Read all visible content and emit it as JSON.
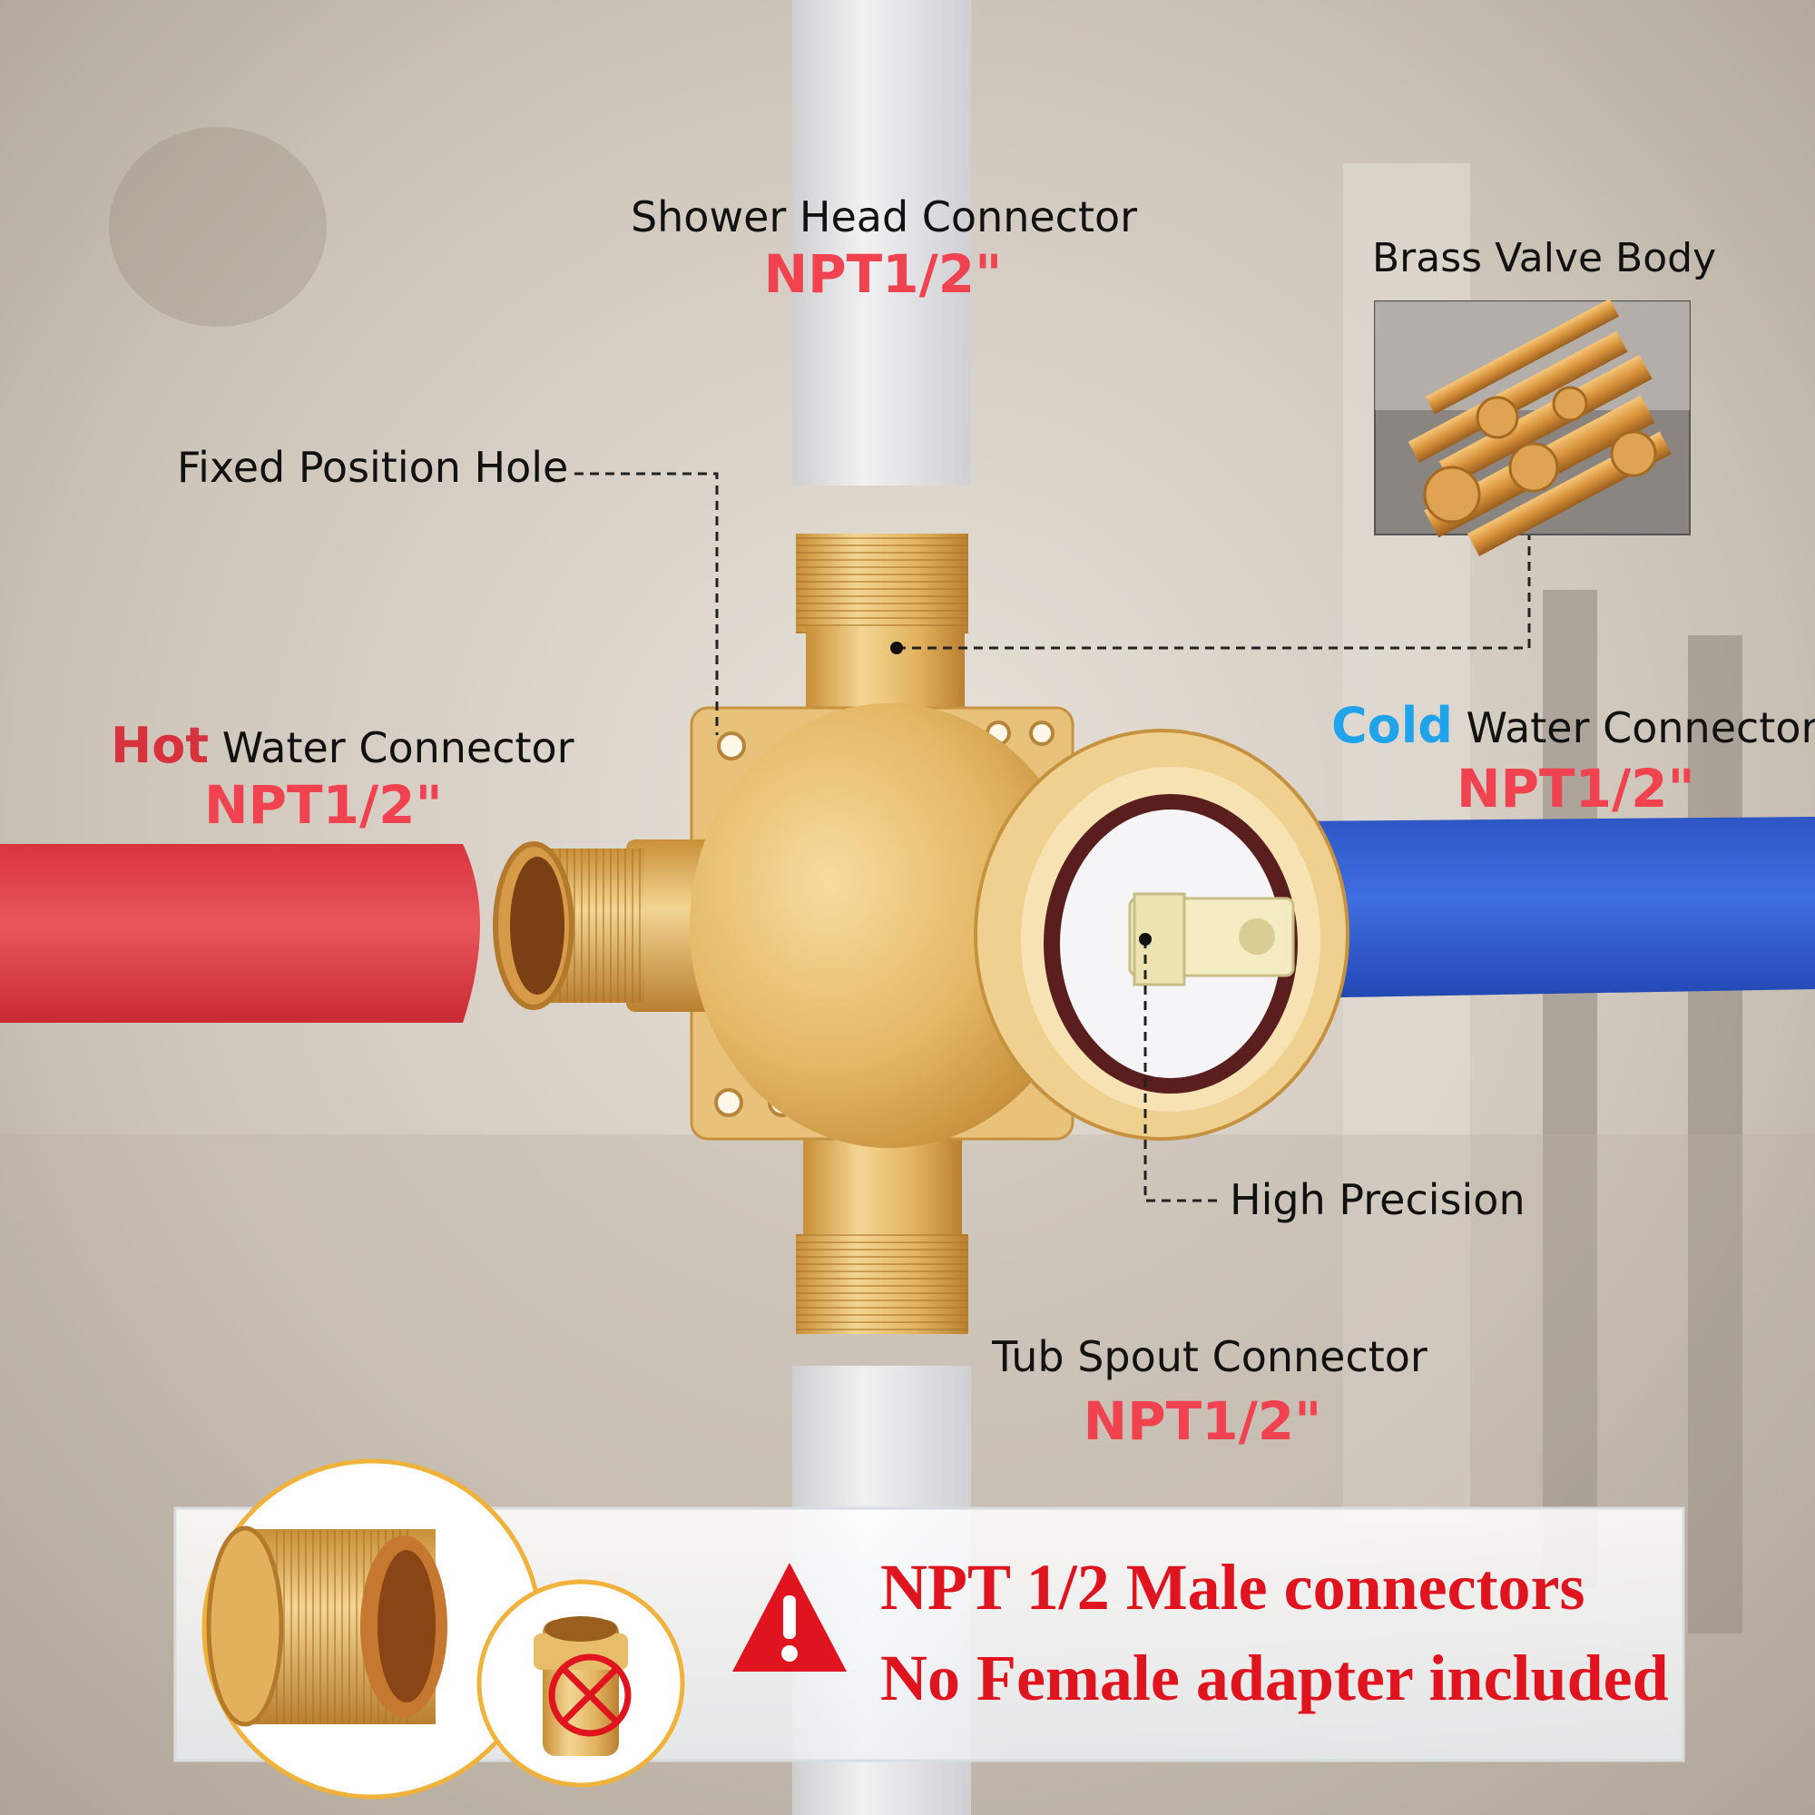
{
  "labels": {
    "shower_head": {
      "name": "Shower Head Connector",
      "spec": "NPT1/2\""
    },
    "brass_body": {
      "name": "Brass Valve Body"
    },
    "fixed_hole": {
      "name": "Fixed Position Hole"
    },
    "hot": {
      "emphasis": "Hot",
      "name": "Water Connector",
      "spec": "NPT1/2\""
    },
    "cold": {
      "emphasis": "Cold",
      "name": "Water Connector",
      "spec": "NPT1/2\""
    },
    "precision": {
      "name": "High Precision"
    },
    "tub_spout": {
      "name": "Tub Spout Connector",
      "spec": "NPT1/2\""
    }
  },
  "notice": {
    "line1": "NPT 1/2 Male connectors",
    "line2": "No Female adapter included"
  },
  "colors": {
    "hot_pipe": "#e0444c",
    "cold_pipe": "#2f5fd0",
    "brass": "#e3b563",
    "spec_red": "#f0424f",
    "cold_blue": "#1fa3ea",
    "warning_red": "#e0141e"
  }
}
